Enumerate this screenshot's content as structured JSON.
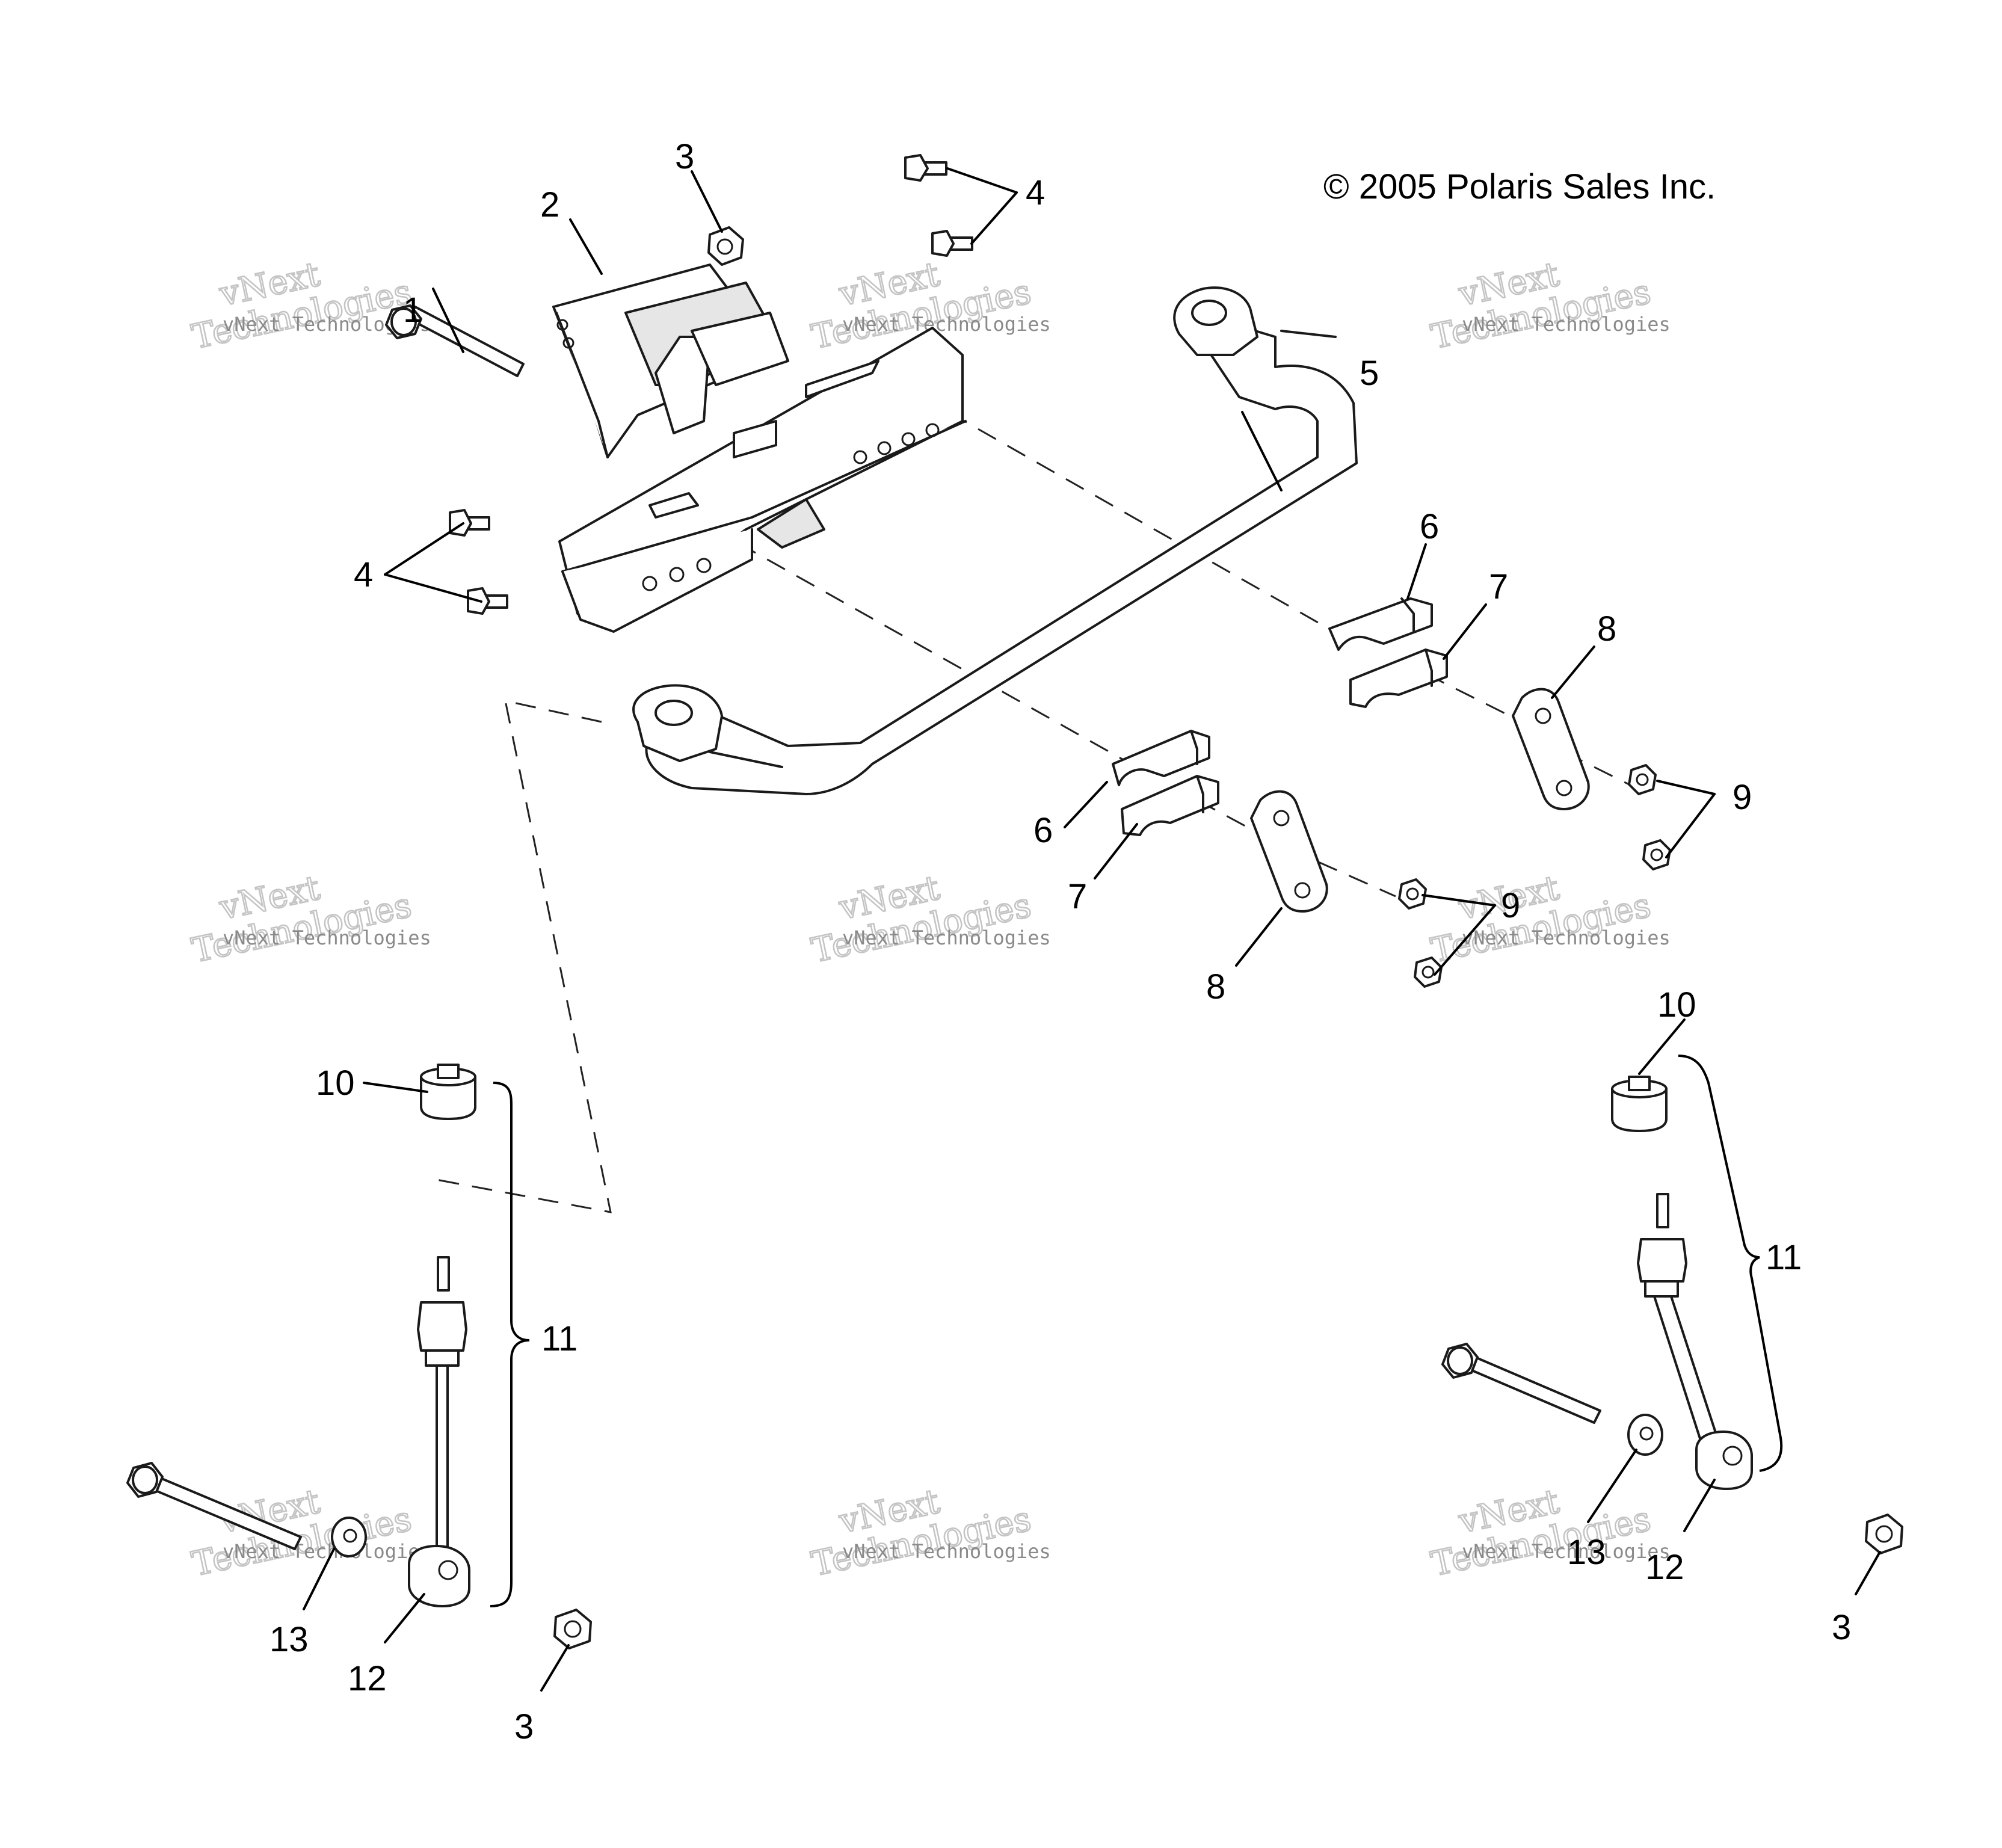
{
  "copyright": "© 2005 Polaris Sales Inc.",
  "watermark": {
    "logo": "vNext",
    "logo_sub": "Technologies",
    "name": "vNext Technologies"
  },
  "callouts": [
    "1",
    "2",
    "3",
    "4",
    "5",
    "6",
    "7",
    "8",
    "9",
    "10",
    "11",
    "12",
    "13"
  ],
  "parts": [
    {
      "callout": "1",
      "part": "bolt"
    },
    {
      "callout": "2",
      "part": "bracket-mount"
    },
    {
      "callout": "3",
      "part": "flange-nut"
    },
    {
      "callout": "4",
      "part": "bolt"
    },
    {
      "callout": "5",
      "part": "stabilizer-bar"
    },
    {
      "callout": "6",
      "part": "bushing-upper"
    },
    {
      "callout": "7",
      "part": "bushing-lower"
    },
    {
      "callout": "8",
      "part": "clamp-plate"
    },
    {
      "callout": "9",
      "part": "nut"
    },
    {
      "callout": "10",
      "part": "link-nut"
    },
    {
      "callout": "11",
      "part": "link-assembly"
    },
    {
      "callout": "12",
      "part": "link-rod"
    },
    {
      "callout": "13",
      "part": "washer"
    }
  ]
}
